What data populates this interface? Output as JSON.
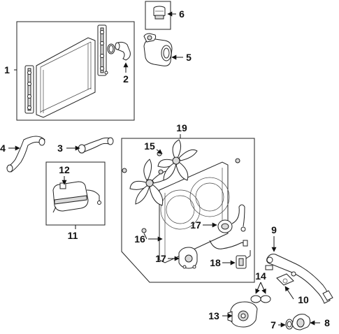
{
  "callouts": [
    {
      "id": "1",
      "label": "1"
    },
    {
      "id": "2",
      "label": "2"
    },
    {
      "id": "3",
      "label": "3"
    },
    {
      "id": "4",
      "label": "4"
    },
    {
      "id": "5",
      "label": "5"
    },
    {
      "id": "6",
      "label": "6"
    },
    {
      "id": "7a",
      "label": "7"
    },
    {
      "id": "7b",
      "label": "7"
    },
    {
      "id": "8",
      "label": "8"
    },
    {
      "id": "9",
      "label": "9"
    },
    {
      "id": "10",
      "label": "10"
    },
    {
      "id": "11",
      "label": "11"
    },
    {
      "id": "12",
      "label": "12"
    },
    {
      "id": "13",
      "label": "13"
    },
    {
      "id": "14",
      "label": "14"
    },
    {
      "id": "15",
      "label": "15"
    },
    {
      "id": "16",
      "label": "16"
    },
    {
      "id": "17a",
      "label": "17"
    },
    {
      "id": "17b",
      "label": "17"
    },
    {
      "id": "18",
      "label": "18"
    },
    {
      "id": "19",
      "label": "19"
    }
  ],
  "colors": {
    "ink": "#111111",
    "shade": "#d9d9d9",
    "background": "#ffffff"
  }
}
